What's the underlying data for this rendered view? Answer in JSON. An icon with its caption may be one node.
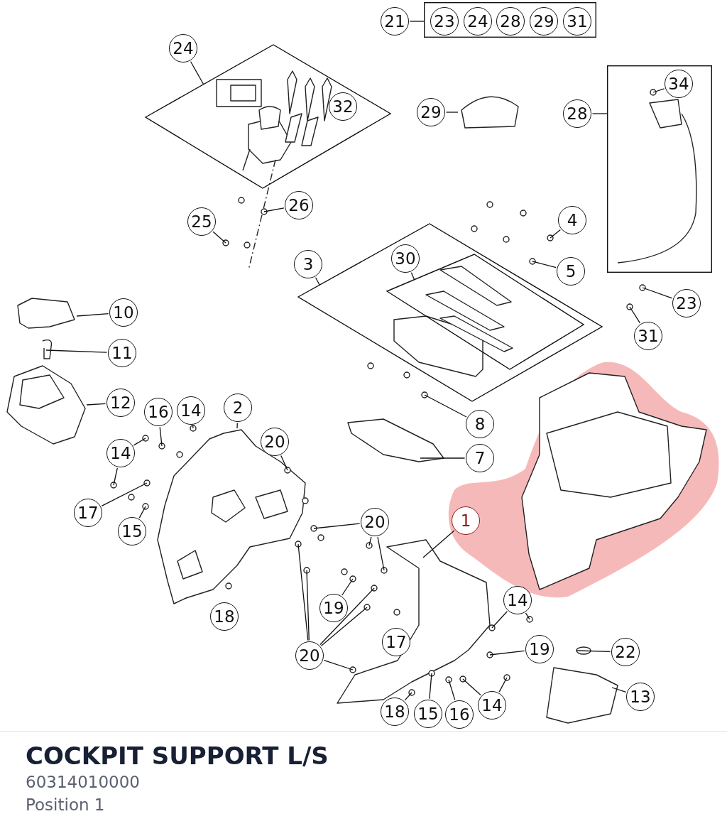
{
  "diagram": {
    "title": "COCKPIT SUPPORT L/S",
    "nodes": [
      {
        "text": [
          "21"
        ]
      },
      {
        "text": [],
        "shape": "box"
      },
      {
        "text": [
          "23"
        ],
        "in": 1
      },
      {
        "text": [
          "24"
        ],
        "in": 1
      },
      {
        "text": [
          "28"
        ],
        "in": 1
      },
      {
        "text": [
          "29"
        ],
        "in": 1
      },
      {
        "text": [
          "31"
        ],
        "in": 1
      },
      {
        "text": [
          "24"
        ]
      },
      {
        "text": [],
        "shape": "diamond"
      },
      {
        "text": [
          "29"
        ]
      },
      {
        "text": [
          "28"
        ]
      },
      {
        "text": [],
        "shape": "box"
      },
      {
        "text": [
          "34"
        ],
        "in": 11
      },
      {
        "text": [
          "26"
        ]
      },
      {
        "text": [
          "25"
        ]
      },
      {
        "text": [
          "4"
        ]
      },
      {
        "text": [
          "3"
        ]
      },
      {
        "text": [],
        "shape": "parallelogram"
      },
      {
        "text": [
          "30"
        ],
        "in": 17
      },
      {
        "text": [],
        "shape": "parallelogram",
        "in": 17
      },
      {
        "text": [
          "5"
        ]
      },
      {
        "text": [
          "23"
        ]
      },
      {
        "text": [
          "10"
        ]
      },
      {
        "text": [
          "31"
        ]
      },
      {
        "text": [
          "11"
        ]
      },
      {
        "text": [
          "12"
        ]
      },
      {
        "text": [
          "16"
        ]
      },
      {
        "text": [
          "14"
        ]
      },
      {
        "text": [
          "2"
        ]
      },
      {
        "text": [
          "8"
        ]
      },
      {
        "text": [
          "20"
        ]
      },
      {
        "text": [
          "14"
        ]
      },
      {
        "text": [
          "7"
        ]
      },
      {
        "text": [
          "17"
        ]
      },
      {
        "text": [
          "1"
        ]
      },
      {
        "text": [
          "20"
        ]
      },
      {
        "text": [
          "15"
        ]
      },
      {
        "text": [
          "14"
        ]
      },
      {
        "text": [
          "19"
        ]
      },
      {
        "text": [
          "19"
        ]
      },
      {
        "text": [
          "22"
        ]
      },
      {
        "text": [
          "20"
        ]
      },
      {
        "text": [
          "13"
        ]
      },
      {
        "text": [
          "14"
        ]
      },
      {
        "text": [
          "18"
        ]
      },
      {
        "text": [
          "15"
        ]
      },
      {
        "text": [
          "16"
        ]
      },
      {
        "text": [
          "32"
        ],
        "in": 8
      },
      {
        "text": [
          "18"
        ]
      },
      {
        "text": [
          "17"
        ]
      }
    ],
    "edges": [
      {
        "from": 0,
        "to": 1,
        "arrow": "none"
      },
      {
        "from": 7,
        "to": 8,
        "arrow": "none"
      },
      {
        "from": 9,
        "to": null,
        "arrow": "none"
      },
      {
        "from": 10,
        "to": 11,
        "arrow": "none"
      },
      {
        "from": 12,
        "to": null,
        "arrow": "none"
      },
      {
        "from": 13,
        "to": null,
        "arrow": "none"
      },
      {
        "from": 14,
        "to": null,
        "arrow": "none"
      },
      {
        "from": 15,
        "to": null,
        "arrow": "none"
      },
      {
        "from": 16,
        "to": 17,
        "arrow": "none"
      },
      {
        "from": 18,
        "to": 19,
        "arrow": "none"
      },
      {
        "from": 20,
        "to": null,
        "arrow": "none"
      },
      {
        "from": 21,
        "to": null,
        "arrow": "none"
      },
      {
        "from": 22,
        "to": null,
        "arrow": "none"
      },
      {
        "from": 23,
        "to": null,
        "arrow": "none"
      },
      {
        "from": 24,
        "to": null,
        "arrow": "none"
      },
      {
        "from": 25,
        "to": null,
        "arrow": "none"
      },
      {
        "from": 26,
        "to": null,
        "arrow": "none"
      },
      {
        "from": 27,
        "to": null,
        "arrow": "none"
      },
      {
        "from": 28,
        "to": null,
        "arrow": "none"
      },
      {
        "from": 29,
        "to": null,
        "arrow": "none"
      },
      {
        "from": 30,
        "to": null,
        "arrow": "none"
      },
      {
        "from": 31,
        "to": null,
        "arrow": "none"
      },
      {
        "from": 31,
        "to": null,
        "arrow": "none"
      },
      {
        "from": 32,
        "to": null,
        "arrow": "none"
      },
      {
        "from": 33,
        "to": null,
        "arrow": "none"
      },
      {
        "from": 34,
        "to": null,
        "arrow": "none"
      },
      {
        "from": 35,
        "to": null,
        "arrow": "none"
      },
      {
        "from": 35,
        "to": null,
        "arrow": "none"
      },
      {
        "from": 35,
        "to": null,
        "arrow": "none"
      },
      {
        "from": 36,
        "to": null,
        "arrow": "none"
      },
      {
        "from": 37,
        "to": null,
        "arrow": "none"
      },
      {
        "from": 37,
        "to": null,
        "arrow": "none"
      },
      {
        "from": 38,
        "to": null,
        "arrow": "none"
      },
      {
        "from": 39,
        "to": null,
        "arrow": "none"
      },
      {
        "from": 40,
        "to": null,
        "arrow": "none"
      },
      {
        "from": 41,
        "to": null,
        "arrow": "none"
      },
      {
        "from": 41,
        "to": null,
        "arrow": "none"
      },
      {
        "from": 41,
        "to": null,
        "arrow": "none"
      },
      {
        "from": 41,
        "to": null,
        "arrow": "none"
      },
      {
        "from": 41,
        "to": null,
        "arrow": "none"
      },
      {
        "from": 42,
        "to": null,
        "arrow": "none"
      },
      {
        "from": 43,
        "to": null,
        "arrow": "none"
      },
      {
        "from": 43,
        "to": null,
        "arrow": "none"
      },
      {
        "from": 44,
        "to": null,
        "arrow": "none"
      },
      {
        "from": 45,
        "to": null,
        "arrow": "none"
      },
      {
        "from": 46,
        "to": null,
        "arrow": "none"
      }
    ],
    "labels": [
      "60314010000",
      "Position 1"
    ]
  }
}
